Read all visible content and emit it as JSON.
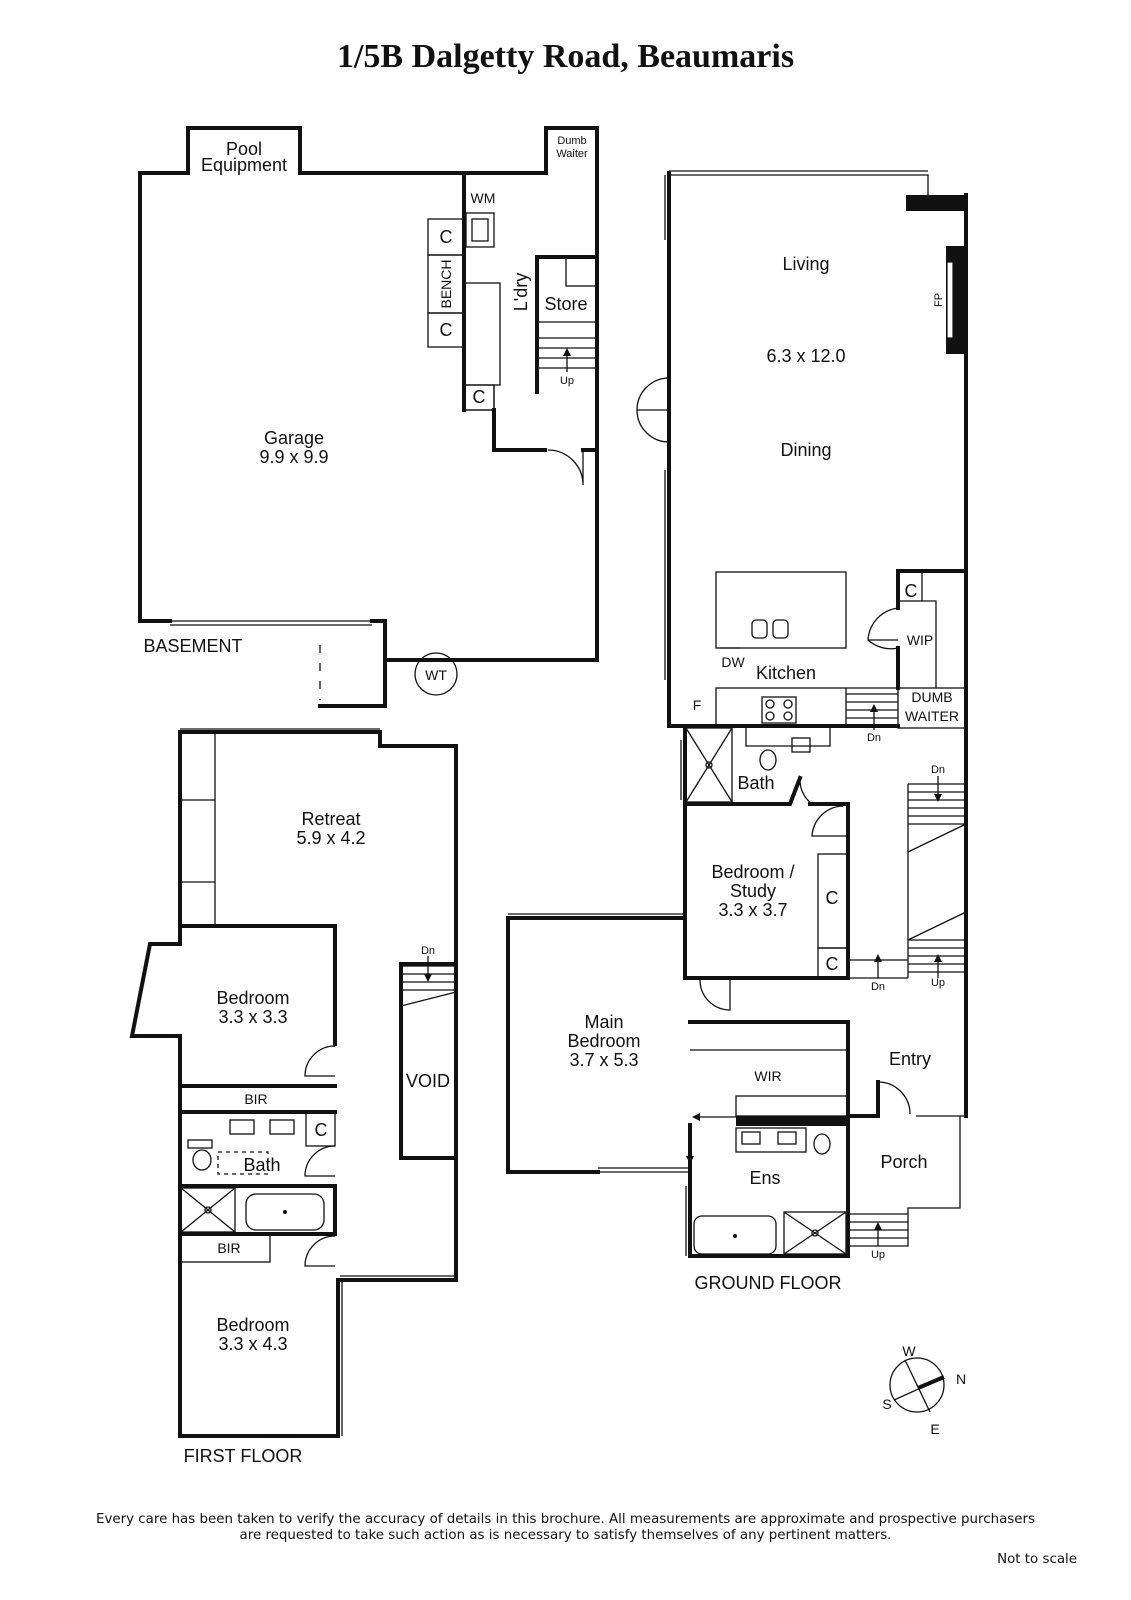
{
  "title": "1/5B Dalgetty Road, Beaumaris",
  "floors": {
    "basement": "BASEMENT",
    "ground": "GROUND FLOOR",
    "first": "FIRST FLOOR"
  },
  "rooms": {
    "pool_equipment_1": "Pool",
    "pool_equipment_2": "Equipment",
    "dumb_waiter_basement_1": "Dumb",
    "dumb_waiter_basement_2": "Waiter",
    "wm": "WM",
    "laundry": "L'dry",
    "store": "Store",
    "bench": "BENCH",
    "cupboard": "C",
    "up": "Up",
    "dn": "Dn",
    "garage": "Garage",
    "garage_size": "9.9 x 9.9",
    "wt": "WT",
    "living": "Living",
    "living_size": "6.3 x 12.0",
    "dining": "Dining",
    "fp": "FP",
    "wip": "WIP",
    "dw": "DW",
    "kitchen": "Kitchen",
    "fridge": "F",
    "dumb_waiter_ground_1": "DUMB",
    "dumb_waiter_ground_2": "WAITER",
    "bath_ground": "Bath",
    "bedroom_study_1": "Bedroom /",
    "bedroom_study_2": "Study",
    "bedroom_study_size": "3.3 x 3.7",
    "main_bedroom_1": "Main",
    "main_bedroom_2": "Bedroom",
    "main_bedroom_size": "3.7 x 5.3",
    "wir": "WIR",
    "ens": "Ens",
    "entry": "Entry",
    "porch": "Porch",
    "retreat": "Retreat",
    "retreat_size": "5.9 x 4.2",
    "bedroom_a": "Bedroom",
    "bedroom_a_size": "3.3 x 3.3",
    "void": "VOID",
    "bir": "BIR",
    "bath_first": "Bath",
    "bedroom_b": "Bedroom",
    "bedroom_b_size": "3.3 x 4.3"
  },
  "compass": {
    "n": "N",
    "s": "S",
    "e": "E",
    "w": "W"
  },
  "disclaimer_1": "Every care has been taken to verify the accuracy of details in this brochure.  All measurements are approximate and prospective purchasers",
  "disclaimer_2": "are requested to take such action as is necessary to satisfy themselves of any pertinent matters.",
  "not_to_scale": "Not to scale"
}
